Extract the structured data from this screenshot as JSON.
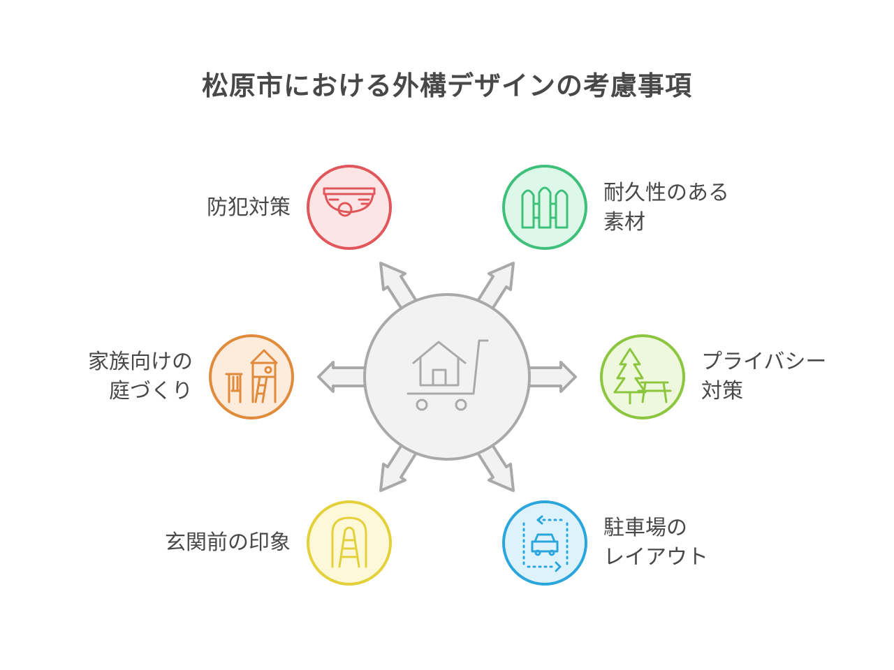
{
  "title": "松原市における外構デザインの考慮事項",
  "center": {
    "icon": "shopping-cart-house-icon"
  },
  "nodes": [
    {
      "id": "security",
      "lines": [
        "防犯対策"
      ],
      "icon": "security-camera-icon",
      "color": "#e0575b",
      "fill": "#fde5e5"
    },
    {
      "id": "durable",
      "lines": [
        "耐久性のある",
        "素材"
      ],
      "icon": "fence-icon",
      "color": "#3ec07a",
      "fill": "#ddf7e8"
    },
    {
      "id": "family",
      "lines": [
        "家族向けの",
        "庭づくり"
      ],
      "icon": "playground-icon",
      "color": "#e08a3c",
      "fill": "#fdebdc"
    },
    {
      "id": "privacy",
      "lines": [
        "プライバシー",
        "対策"
      ],
      "icon": "tree-bench-icon",
      "color": "#8cc63f",
      "fill": "#eef8dc"
    },
    {
      "id": "entrance",
      "lines": [
        "玄関前の印象"
      ],
      "icon": "entrance-steps-icon",
      "color": "#e4d03b",
      "fill": "#fcf8d8"
    },
    {
      "id": "parking",
      "lines": [
        "駐車場の",
        "レイアウト"
      ],
      "icon": "car-parking-icon",
      "color": "#2aa6dc",
      "fill": "#ddf2fb"
    }
  ]
}
